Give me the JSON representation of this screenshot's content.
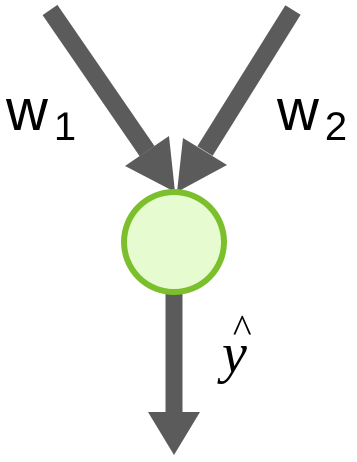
{
  "diagram": {
    "inputs": [
      {
        "symbol": "w",
        "subscript": "1"
      },
      {
        "symbol": "w",
        "subscript": "2"
      }
    ],
    "output": {
      "symbol": "y",
      "accent": "^"
    },
    "colors": {
      "arrow": "#5b5b5b",
      "node_fill": "#e6fbcf",
      "node_stroke": "#7bbf2d",
      "text": "#000000"
    }
  }
}
